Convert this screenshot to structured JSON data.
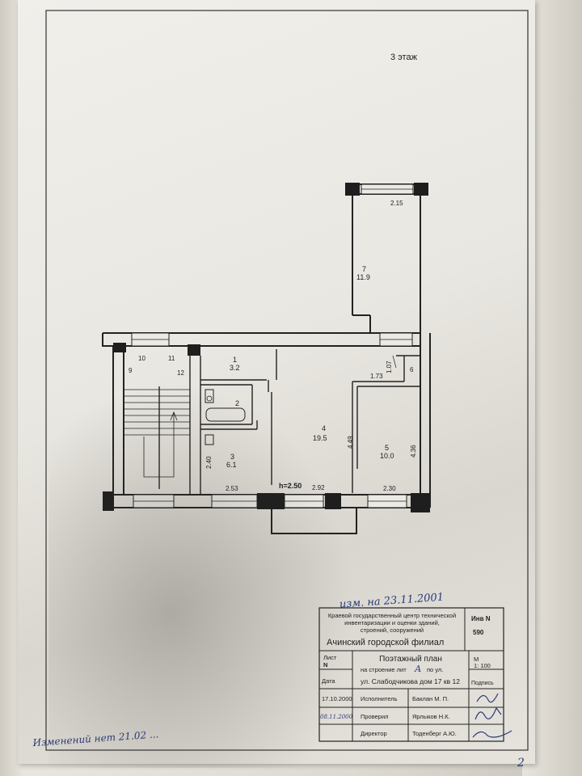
{
  "plan": {
    "floor_label": "3 этаж",
    "rooms": [
      {
        "id": "7",
        "area": "11.9"
      },
      {
        "id": "1",
        "area": "3.2"
      },
      {
        "id": "2",
        "area": ""
      },
      {
        "id": "3",
        "area": "6.1"
      },
      {
        "id": "4",
        "area": "19.5"
      },
      {
        "id": "5",
        "area": "10.0"
      }
    ],
    "labels": {
      "n10": "10",
      "n11": "11",
      "n9": "9",
      "n12": "12",
      "n6": "6",
      "balcony_width": "2.15",
      "w173": "1.73",
      "v107": "1.07",
      "v449": "4.49",
      "v436": "4.36",
      "v240": "2.40",
      "w253": "2.53",
      "height": "h=2.50",
      "w292": "2.92",
      "w230": "2.30"
    }
  },
  "stamp": {
    "handwritten_top": "изм. на 23.11.2001",
    "org": "Краевой государственный центр технической инвентаризации и оценки зданий, строений, сооружений",
    "org_line1": "Краевой государственный центр технической",
    "org_line2": "инвентаризации и оценки зданий,",
    "org_line3": "строений, сооружений",
    "inv_label": "Инв N",
    "inv_value": "590",
    "branch": "Ачинский городской филиал",
    "sheet_label": "Лист",
    "sheet_n": "N",
    "title": "Поэтажный план",
    "subtitle_pre": "на строение лит",
    "subtitle_lit": "А",
    "subtitle_post": "по ул.",
    "address": "ул. Слабодчикова дом 17 кв 12",
    "m_label": "М",
    "scale": "1: 100",
    "date_label": "Дата",
    "sign_label": "Подпись",
    "date": "17.10.2000",
    "executor_role": "Исполнитель",
    "executor_name": "Баклан М. П.",
    "checker_role": "Проверил",
    "checker_name": "Ярлыков Н.К.",
    "checker_date": "08.11.2000",
    "director_role": "Директор",
    "director_name": "Тоденберг А.Ю.",
    "handwritten_bottom": "Изменений нет 21.02 ..."
  },
  "page_number": "2"
}
